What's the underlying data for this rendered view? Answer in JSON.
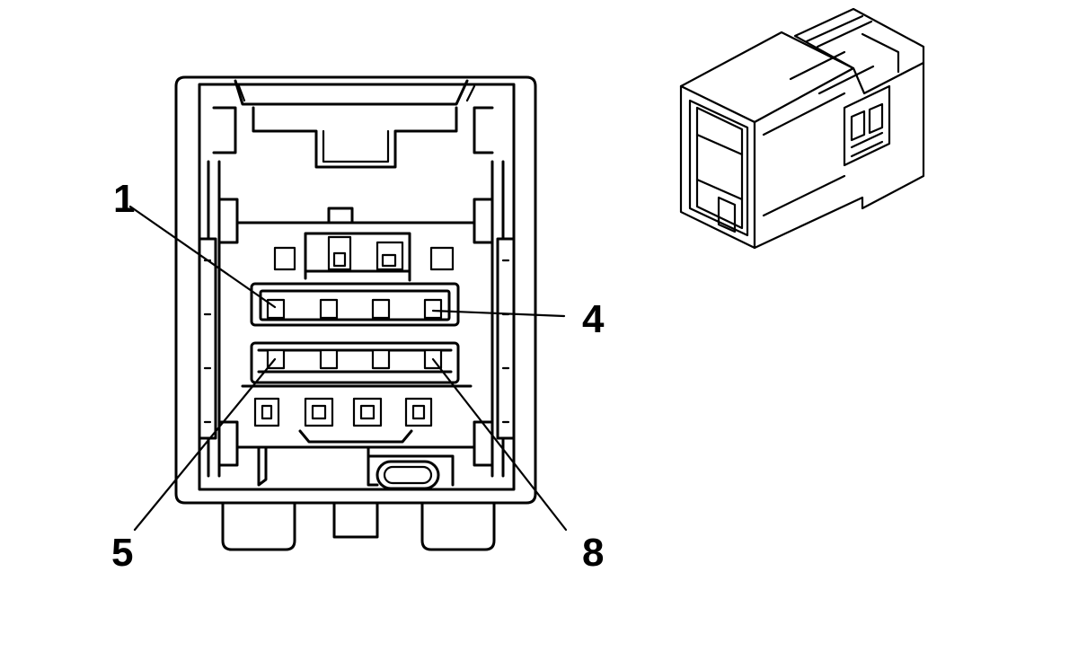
{
  "diagram": {
    "pin_labels": [
      {
        "id": "pin-1",
        "text": "1"
      },
      {
        "id": "pin-4",
        "text": "4"
      },
      {
        "id": "pin-5",
        "text": "5"
      },
      {
        "id": "pin-8",
        "text": "8"
      }
    ]
  }
}
